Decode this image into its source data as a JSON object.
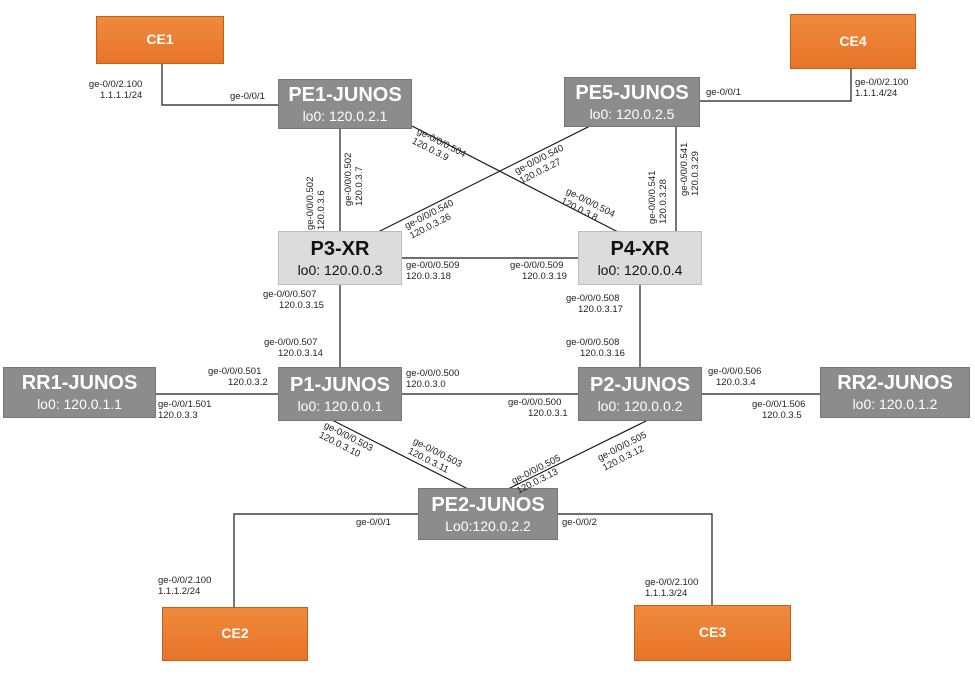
{
  "nodes": {
    "ce1": {
      "name": "CE1",
      "lo": ""
    },
    "ce4": {
      "name": "CE4",
      "lo": ""
    },
    "ce2": {
      "name": "CE2",
      "lo": ""
    },
    "ce3": {
      "name": "CE3",
      "lo": ""
    },
    "pe1": {
      "name": "PE1-JUNOS",
      "lo": "lo0: 120.0.2.1"
    },
    "pe5": {
      "name": "PE5-JUNOS",
      "lo": "lo0: 120.0.2.5"
    },
    "p3": {
      "name": "P3-XR",
      "lo": "lo0: 120.0.0.3"
    },
    "p4": {
      "name": "P4-XR",
      "lo": "lo0: 120.0.0.4"
    },
    "p1": {
      "name": "P1-JUNOS",
      "lo": "lo0: 120.0.0.1"
    },
    "p2": {
      "name": "P2-JUNOS",
      "lo": "lo0: 120.0.0.2"
    },
    "rr1": {
      "name": "RR1-JUNOS",
      "lo": "lo0: 120.0.1.1"
    },
    "rr2": {
      "name": "RR2-JUNOS",
      "lo": "lo0: 120.0.1.2"
    },
    "pe2": {
      "name": "PE2-JUNOS",
      "lo": "Lo0:120.0.2.2"
    }
  },
  "labels": {
    "ce1_if": "ge-0/0/2.100",
    "ce1_ip": "1.1.1.1/24",
    "pe1_ce1": "ge-0/0/1",
    "ce4_if": "ge-0/0/2.100",
    "ce4_ip": "1.1.1.4/24",
    "pe5_ce4": "ge-0/0/1",
    "pe1_p3_a_if": "ge-0/0/0.502",
    "pe1_p3_a_ip": "120.0.3.6",
    "pe1_p3_b_if": "ge-0/0/0.502",
    "pe1_p3_b_ip": "120.0.3.7",
    "pe1_p4_a_if": "ge-0/0/0.504",
    "pe1_p4_a_ip": "120.0.3.9",
    "pe1_p4_b_if": "ge-0/0/0.504",
    "pe1_p4_b_ip": "120.0.3.8",
    "pe5_p3_a_if": "ge-0/0/0.540",
    "pe5_p3_a_ip": "120.0.3.27",
    "pe5_p3_b_if": "ge-0/0/0.540",
    "pe5_p3_b_ip": "120.0.3.26",
    "pe5_p4_a_if": "ge-0/0/0.541",
    "pe5_p4_a_ip": "120.0.3.28",
    "pe5_p4_b_if": "ge-0/0/0.541",
    "pe5_p4_b_ip": "120.0.3.29",
    "p3_p4_a_if": "ge-0/0/0.509",
    "p3_p4_a_ip": "120.0.3.18",
    "p3_p4_b_if": "ge-0/0/0.509",
    "p3_p4_b_ip": "120.0.3.19",
    "p3_p1_a_if": "ge-0/0/0.507",
    "p3_p1_a_ip": "120.0.3.15",
    "p3_p1_b_if": "ge-0/0/0.507",
    "p3_p1_b_ip": "120.0.3.14",
    "p4_p2_a_if": "ge-0/0/0.508",
    "p4_p2_a_ip": "120.0.3.17",
    "p4_p2_b_if": "ge-0/0/0.508",
    "p4_p2_b_ip": "120.0.3.16",
    "rr1_p1_a_if": "ge-0/0/0.501",
    "rr1_p1_a_ip": "120.0.3.2",
    "rr1_p1_b_if": "ge-0/0/1.501",
    "rr1_p1_b_ip": "120.0.3.3",
    "p1_p2_a_if": "ge-0/0/0.500",
    "p1_p2_a_ip": "120.0.3.0",
    "p1_p2_b_if": "ge-0/0/0.500",
    "p1_p2_b_ip": "120.0.3.1",
    "p2_rr2_a_if": "ge-0/0/0.506",
    "p2_rr2_a_ip": "120.0.3.4",
    "p2_rr2_b_if": "ge-0/0/1.506",
    "p2_rr2_b_ip": "120.0.3.5",
    "p1_pe2_a_if": "ge-0/0/0.503",
    "p1_pe2_a_ip": "120.0.3.10",
    "p1_pe2_b_if": "ge-0/0/0.503",
    "p1_pe2_b_ip": "120.0.3.11",
    "p2_pe2_a_if": "ge-0/0/0.505",
    "p2_pe2_a_ip": "120.0.3.13",
    "p2_pe2_b_if": "ge-0/0/0.505",
    "p2_pe2_b_ip": "120.0.3.12",
    "pe2_ce2": "ge-0/0/1",
    "pe2_ce3": "ge-0/0/2",
    "ce2_if": "ge-0/0/2.100",
    "ce2_ip": "1.1.1.2/24",
    "ce3_if": "ge-0/0/2.100",
    "ce3_ip": "1.1.1.3/24"
  },
  "colors": {
    "ce_fill": "#e8742a",
    "router_dark_fill": "#8c8c8c",
    "router_light_fill": "#dcdcdc",
    "link": "#1a1a1a"
  }
}
